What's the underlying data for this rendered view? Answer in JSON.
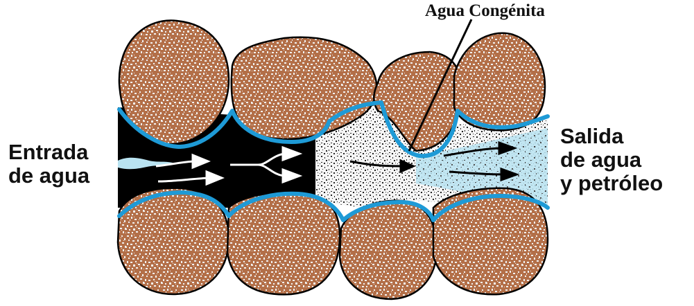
{
  "labels": {
    "inlet_line1": "Entrada",
    "inlet_line2": "de agua",
    "outlet_line1": "Salida",
    "outlet_line2": "de agua",
    "outlet_line3": "y petróleo",
    "connate_water": "Agua Congénita"
  },
  "colors": {
    "grain_fill": "#b36f48",
    "grain_speckle": "#f2f2f2",
    "grain_outline": "#000000",
    "water_front": "#1e9ad6",
    "pore_oil": "#000000",
    "pore_water": "#b9e3f1",
    "pore_mixed_dots": "#222222",
    "arrow_white": "#ffffff",
    "arrow_black": "#000000"
  },
  "icons": {
    "grains": "sand-grain-shape",
    "flow": "arrow-icon",
    "pointer": "leader-line"
  }
}
